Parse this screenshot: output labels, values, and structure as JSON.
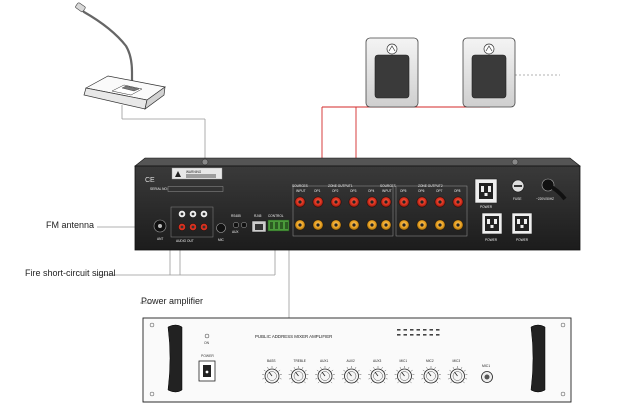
{
  "labels": {
    "fm_antenna": "FM antenna",
    "fire_signal": "Fire short-circuit signal",
    "power_amplifier": "Power amplifier"
  },
  "mixer": {
    "warning": "WARNING",
    "ce_mark": "CE",
    "serial_no": "SERIAL NO:",
    "sources_left": "SOURCES",
    "zone_output_left": "ZONE OUTPUT1",
    "sources_right": "SOURCES",
    "zone_output_right": "ZONE OUTPUT2",
    "jack_labels": [
      "INPUT",
      "OP1",
      "OP2",
      "OP3",
      "OP4",
      "INPUT",
      "OP5",
      "OP6",
      "OP7",
      "OP8"
    ],
    "ant": "ANT",
    "audio_out": "AUDIO OUT",
    "aux": "AUX",
    "mic": "MIC",
    "rs485": "RS485",
    "control": "CONTROL",
    "fuse": "FUSE",
    "power": "POWER",
    "ac_input": "~220V/50HZ"
  },
  "amplifier": {
    "title": "PUBLIC ADDRESS MIXER AMPLIFIER",
    "on": "ON",
    "power": "POWER",
    "knobs": [
      "BASS",
      "TREBLE",
      "AUX1",
      "AUX2",
      "AUX3",
      "MIC1",
      "MIC2",
      "MIC3"
    ],
    "mic_input": "MIC1"
  },
  "colors": {
    "panel": "#2a2a2a",
    "jack_red": "#d9301e",
    "jack_orange": "#e8a020",
    "connector_green": "#4a9a3a",
    "line": "#888888"
  }
}
